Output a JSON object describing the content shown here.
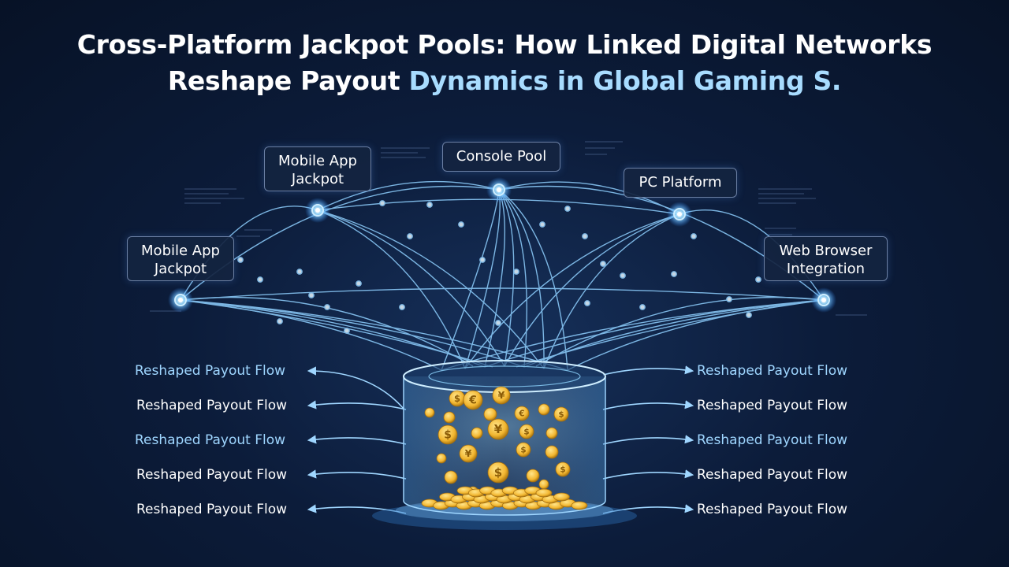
{
  "title": {
    "line1": "Cross-Platform Jackpot Pools: How Linked Digital Networks",
    "line2_white": "Reshape Payout ",
    "line2_accent": "Dynamics in Global Gaming S."
  },
  "nodes": [
    {
      "id": "mobile-app-left",
      "label_line1": "Mobile App",
      "label_line2": "Jackpot"
    },
    {
      "id": "mobile-app-upper",
      "label_line1": "Mobile App",
      "label_line2": "Jackpot"
    },
    {
      "id": "console",
      "label_line1": "Console Pool",
      "label_line2": ""
    },
    {
      "id": "pc",
      "label_line1": "PC Platform",
      "label_line2": ""
    },
    {
      "id": "web",
      "label_line1": "Web Browser",
      "label_line2": "Integration"
    }
  ],
  "left_flows": [
    {
      "label": "Reshaped Payout Flow",
      "tone": "light"
    },
    {
      "label": "Reshaped Payout Flow",
      "tone": "white"
    },
    {
      "label": "Reshaped Payout Flow",
      "tone": "light"
    },
    {
      "label": "Reshaped Payout Flow",
      "tone": "white"
    },
    {
      "label": "Reshaped Payout Flow",
      "tone": "white"
    }
  ],
  "right_flows": [
    {
      "label": "Reshaped Payout Flow",
      "tone": "light"
    },
    {
      "label": "Reshaped Payout Flow",
      "tone": "white"
    },
    {
      "label": "Reshaped Payout Flow",
      "tone": "light"
    },
    {
      "label": "Reshaped Payout Flow",
      "tone": "white"
    },
    {
      "label": "Reshaped Payout Flow",
      "tone": "white"
    }
  ],
  "currency_symbols": [
    "$",
    "€",
    "¥"
  ],
  "colors": {
    "accent": "#a8dcff",
    "line": "#8fd0ff",
    "node_glow": "#4fb3ff",
    "coin": "#f2b630"
  }
}
